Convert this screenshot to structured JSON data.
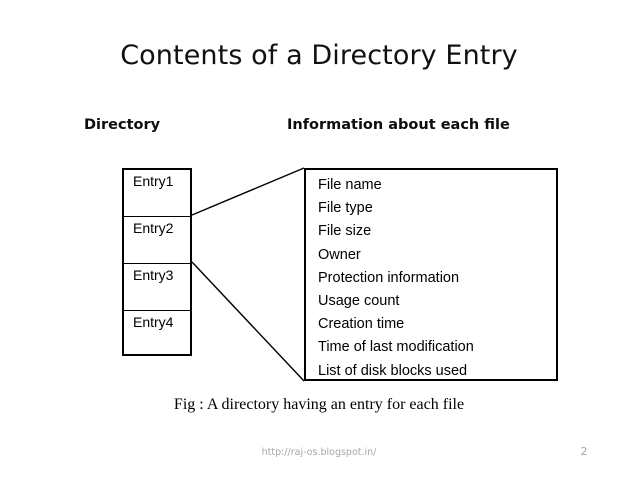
{
  "slide": {
    "title": "Contents of a Directory Entry",
    "background_color": "#ffffff",
    "line_color": "#000000"
  },
  "headings": {
    "left": "Directory",
    "right": "Information about each file"
  },
  "directory": {
    "entries": [
      {
        "label": "Entry1"
      },
      {
        "label": "Entry2"
      },
      {
        "label": "Entry3"
      },
      {
        "label": "Entry4"
      }
    ]
  },
  "file_info": {
    "attributes": [
      "File name",
      "File type",
      "File size",
      "Owner",
      "Protection information",
      "Usage count",
      "Creation time",
      "Time of last modification",
      "List of disk blocks used"
    ]
  },
  "caption": "Fig : A directory having an entry for each file",
  "footer": {
    "url": "http://raj-os.blogspot.in/",
    "page_number": "2",
    "color": "#a6a6a6"
  }
}
